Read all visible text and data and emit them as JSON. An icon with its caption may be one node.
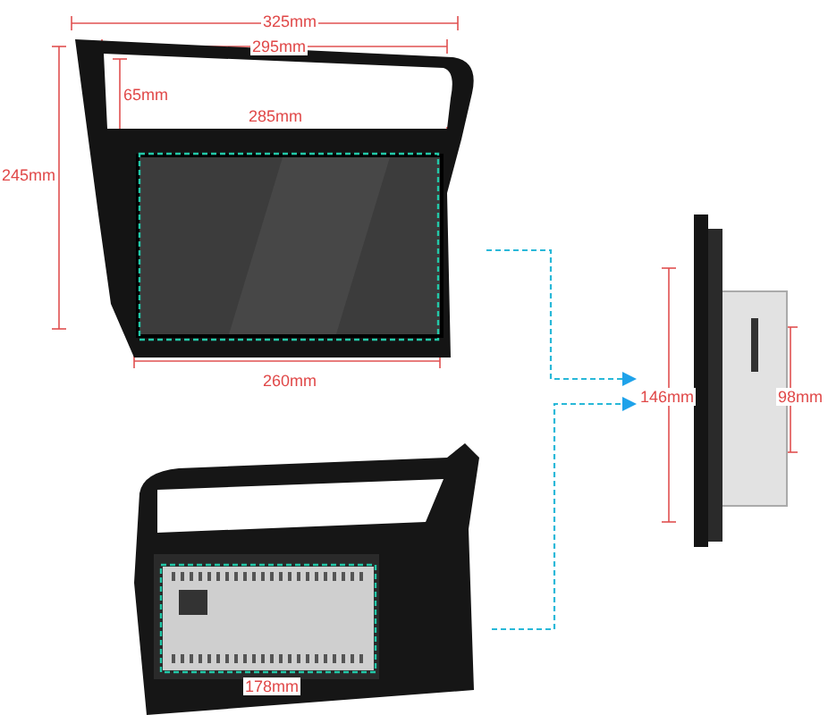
{
  "diagram": {
    "nodes": [
      {
        "text": [],
        "shape": "picture"
      },
      {
        "text": [],
        "shape": "picture"
      },
      {
        "text": [],
        "shape": "picture"
      }
    ],
    "edges": [
      {
        "from": 0,
        "to": 1,
        "arrow": "to",
        "style": "dashed"
      },
      {
        "from": 2,
        "to": 1,
        "arrow": "to",
        "style": "dashed"
      }
    ],
    "labels": [
      "325mm",
      "295mm",
      "65mm",
      "285mm",
      "245mm",
      "260mm",
      "146mm",
      "98mm",
      "178mm"
    ]
  }
}
